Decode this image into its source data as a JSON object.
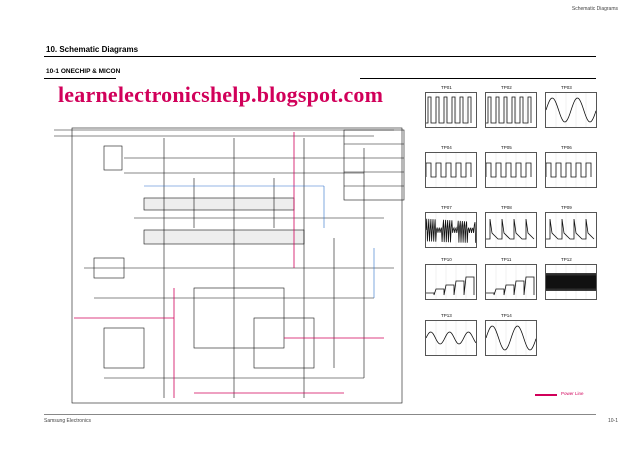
{
  "header": {
    "section_label": "Schematic Diagrams"
  },
  "title": "10. Schematic Diagrams",
  "subtitle": "10-1 ONECHIP & MICON",
  "watermark": "learnelectronicshelp.blogspot.com",
  "legend": {
    "label": "Power Line",
    "color": "#d1005a"
  },
  "footer": {
    "left": "Samsung Electronics",
    "right": "10-1"
  },
  "test_points": [
    {
      "label": "TP01",
      "wave": "pulse"
    },
    {
      "label": "TP02",
      "wave": "pulse"
    },
    {
      "label": "TP03",
      "wave": "sine"
    },
    {
      "label": "TP04",
      "wave": "square"
    },
    {
      "label": "TP05",
      "wave": "square"
    },
    {
      "label": "TP06",
      "wave": "square"
    },
    {
      "label": "TP07",
      "wave": "burst"
    },
    {
      "label": "TP08",
      "wave": "spike"
    },
    {
      "label": "TP09",
      "wave": "spike"
    },
    {
      "label": "TP10",
      "wave": "stair"
    },
    {
      "label": "TP11",
      "wave": "stair"
    },
    {
      "label": "TP12",
      "wave": "dense"
    },
    {
      "label": "TP13",
      "wave": "flat"
    },
    {
      "label": "TP14",
      "wave": "sine"
    }
  ]
}
